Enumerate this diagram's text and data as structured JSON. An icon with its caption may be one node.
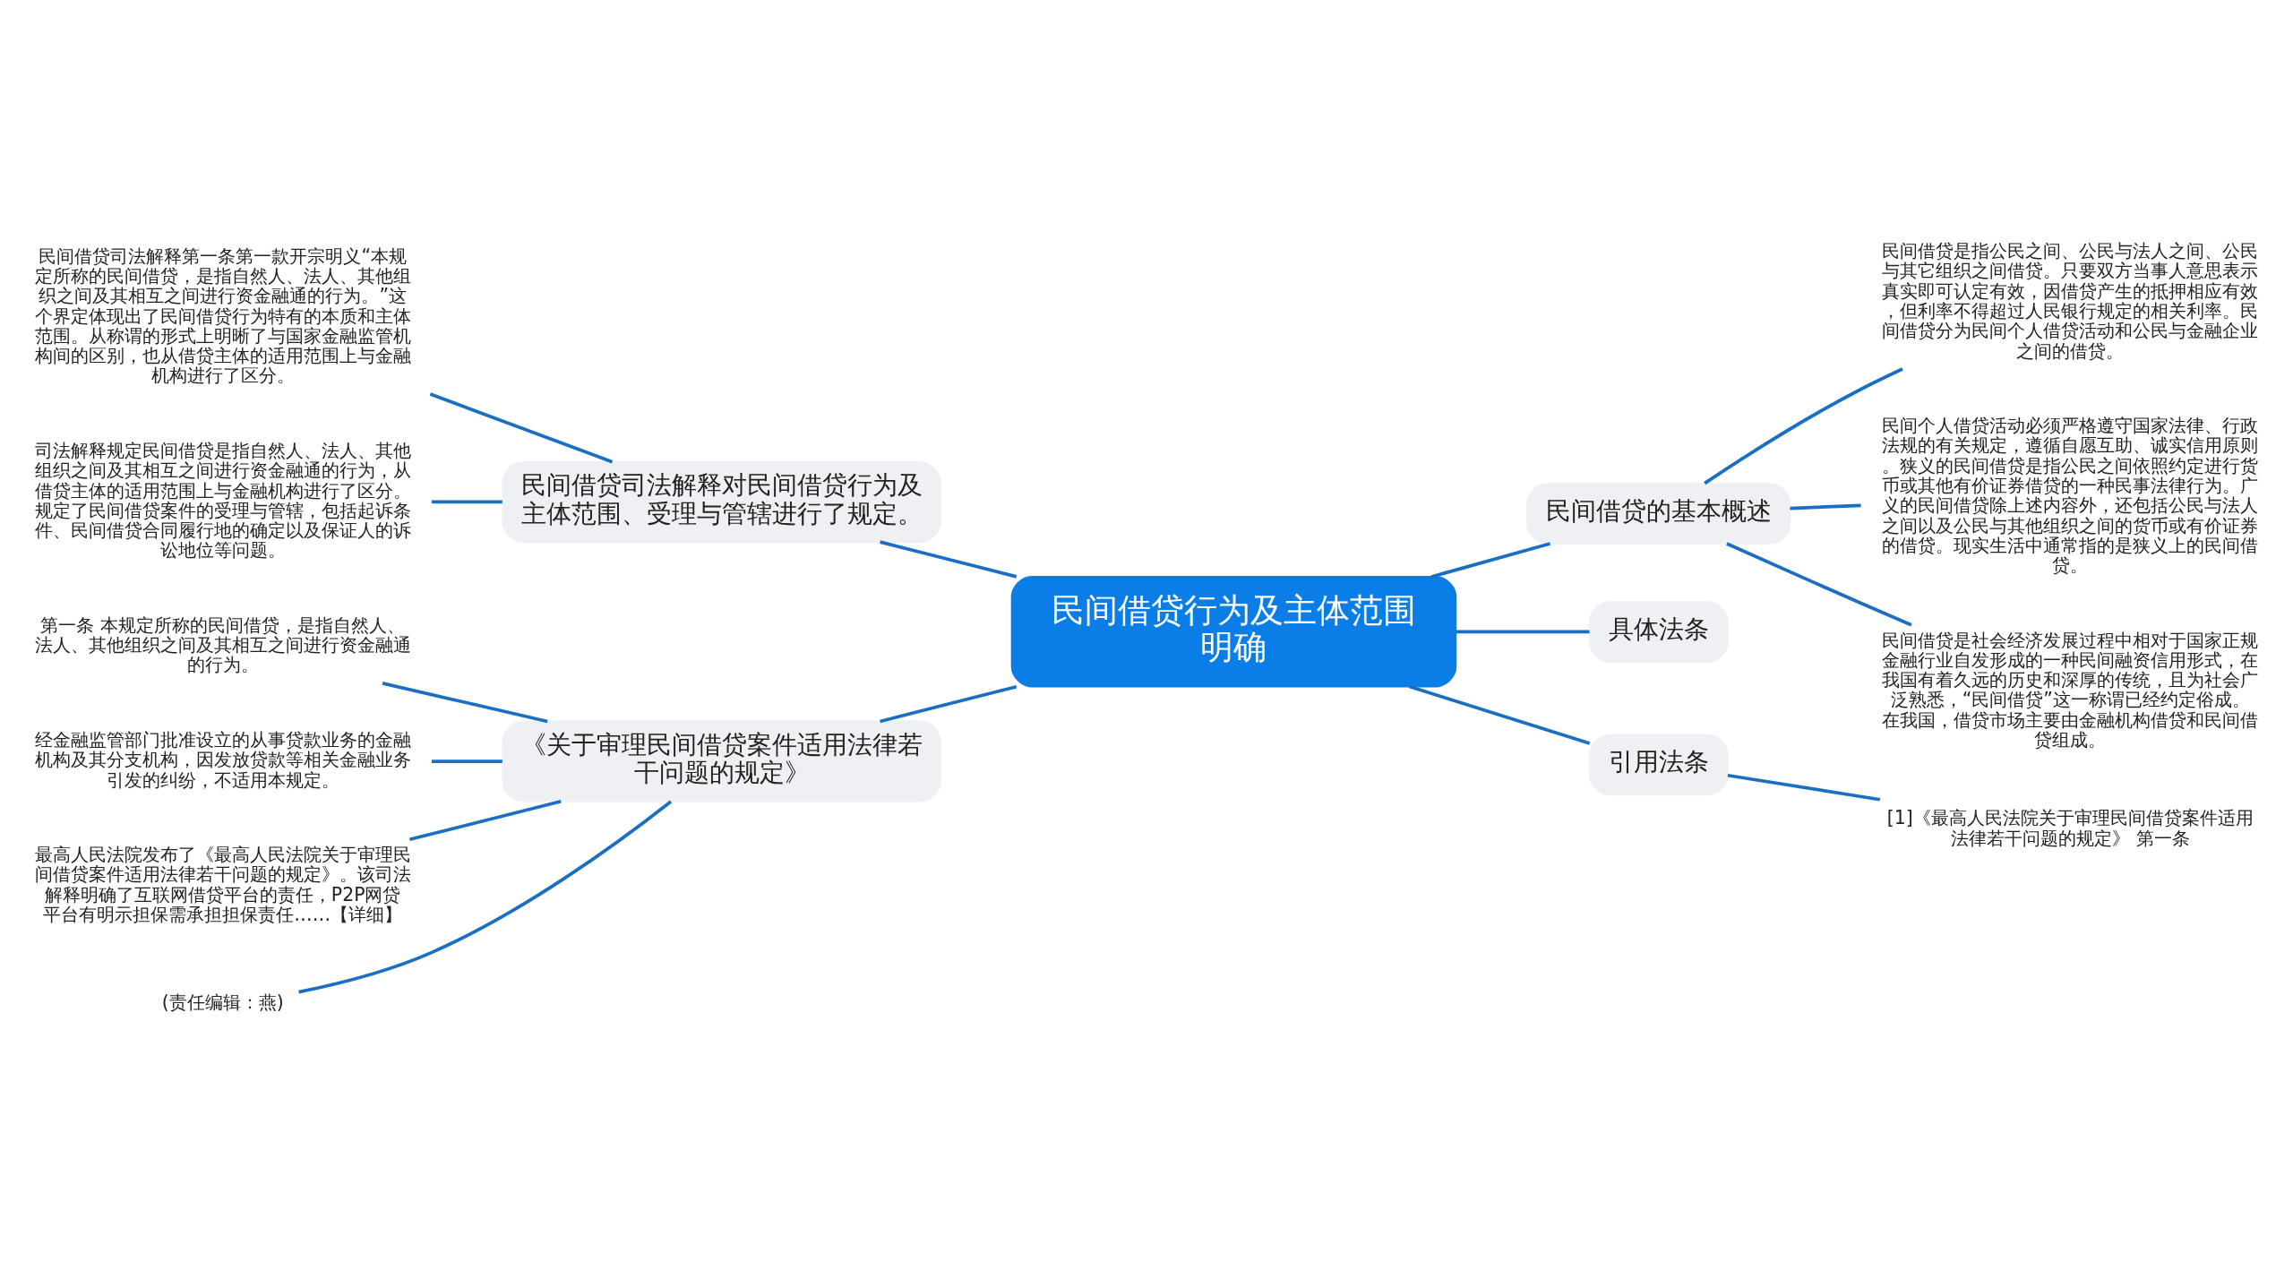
{
  "diagram": {
    "nodes": [
      {
        "text": [
          "民间借贷行为及主体范围明确"
        ]
      },
      {
        "text": [
          "民间借贷司法解释对民间借贷行为及主体范围、受理与管辖进行了规定。"
        ]
      },
      {
        "text": [
          "民间借贷司法解释第一条第一款开宗明义“本规定所称的民间借贷，是指自然人、法人、其他组织之间及其相互之间进行资金融通的行为。”这个界定体现出了民间借贷行为特有的本质和主体范围。从称谓的形式上明晰了与国家金融监管机构间的区别，也从借贷主体的适用范围上与金融机构进行了区分。"
        ]
      },
      {
        "text": [
          "司法解释规定民间借贷是指自然人、法人、其他组织之间及其相互之间进行资金融通的行为，从借贷主体的适用范围上与金融机构进行了区分。规定了民间借贷案件的受理与管辖，包括起诉条件、民间借贷合同履行地的确定以及保证人的诉讼地位等问题。"
        ]
      },
      {
        "text": [
          "《关于审理民间借贷案件适用法律若干问题的规定》"
        ]
      },
      {
        "text": [
          "第一条 本规定所称的民间借贷，是指自然人、法人、其他组织之间及其相互之间进行资金融通的行为。"
        ]
      },
      {
        "text": [
          "经金融监管部门批准设立的从事贷款业务的金融机构及其分支机构，因发放贷款等相关金融业务引发的纠纷，不适用本规定。"
        ]
      },
      {
        "text": [
          "最高人民法院发布了《最高人民法院关于审理民间借贷案件适用法律若干问题的规定》。该司法解释明确了互联网借贷平台的责任，P2P网贷平台有明示担保需承担担保责任……【详细】"
        ]
      },
      {
        "text": [
          "(责任编辑：燕)"
        ]
      },
      {
        "text": [
          "民间借贷的基本概述"
        ]
      },
      {
        "text": [
          "民间借贷是指公民之间、公民与法人之间、公民与其它组织之间借贷。只要双方当事人意思表示真实即可认定有效，因借贷产生的抵押相应有效，但利率不得超过人民银行规定的相关利率。民间借贷分为民间个人借贷活动和公民与金融企业之间的借贷。"
        ]
      },
      {
        "text": [
          "民间个人借贷活动必须严格遵守国家法律、行政法规的有关规定，遵循自愿互助、诚实信用原则。狭义的民间借贷是指公民之间依照约定进行货币或其他有价证券借贷的一种民事法律行为。广义的民间借贷除上述内容外，还包括公民与法人之间以及公民与其他组织之间的货币或有价证券的借贷。现实生活中通常指的是狭义上的民间借贷。"
        ]
      },
      {
        "text": [
          "民间借贷是社会经济发展过程中相对于国家正规金融行业自发形成的一种民间融资信用形式，在我国有着久远的历史和深厚的传统，且为社会广泛熟悉，“民间借贷”这一称谓已经约定俗成。在我国，借贷市场主要由金融机构借贷和民间借贷组成。"
        ]
      },
      {
        "text": [
          "具体法条"
        ]
      },
      {
        "text": [
          "引用法条"
        ]
      },
      {
        "text": [
          "[1]《最高人民法院关于审理民间借贷案件适用法律若干问题的规定》 第一条"
        ]
      }
    ],
    "edges": [
      {
        "from": 0,
        "to": 1,
        "arrow": "none"
      },
      {
        "from": 1,
        "to": 2,
        "arrow": "none"
      },
      {
        "from": 1,
        "to": 3,
        "arrow": "none"
      },
      {
        "from": 0,
        "to": 4,
        "arrow": "none"
      },
      {
        "from": 4,
        "to": 5,
        "arrow": "none"
      },
      {
        "from": 4,
        "to": 6,
        "arrow": "none"
      },
      {
        "from": 4,
        "to": 7,
        "arrow": "none"
      },
      {
        "from": 4,
        "to": 8,
        "arrow": "none"
      },
      {
        "from": 0,
        "to": 9,
        "arrow": "none"
      },
      {
        "from": 9,
        "to": 10,
        "arrow": "none"
      },
      {
        "from": 9,
        "to": 11,
        "arrow": "none"
      },
      {
        "from": 9,
        "to": 12,
        "arrow": "none"
      },
      {
        "from": 0,
        "to": 13,
        "arrow": "none"
      },
      {
        "from": 0,
        "to": 14,
        "arrow": "none"
      },
      {
        "from": 14,
        "to": 15,
        "arrow": "none"
      }
    ]
  }
}
